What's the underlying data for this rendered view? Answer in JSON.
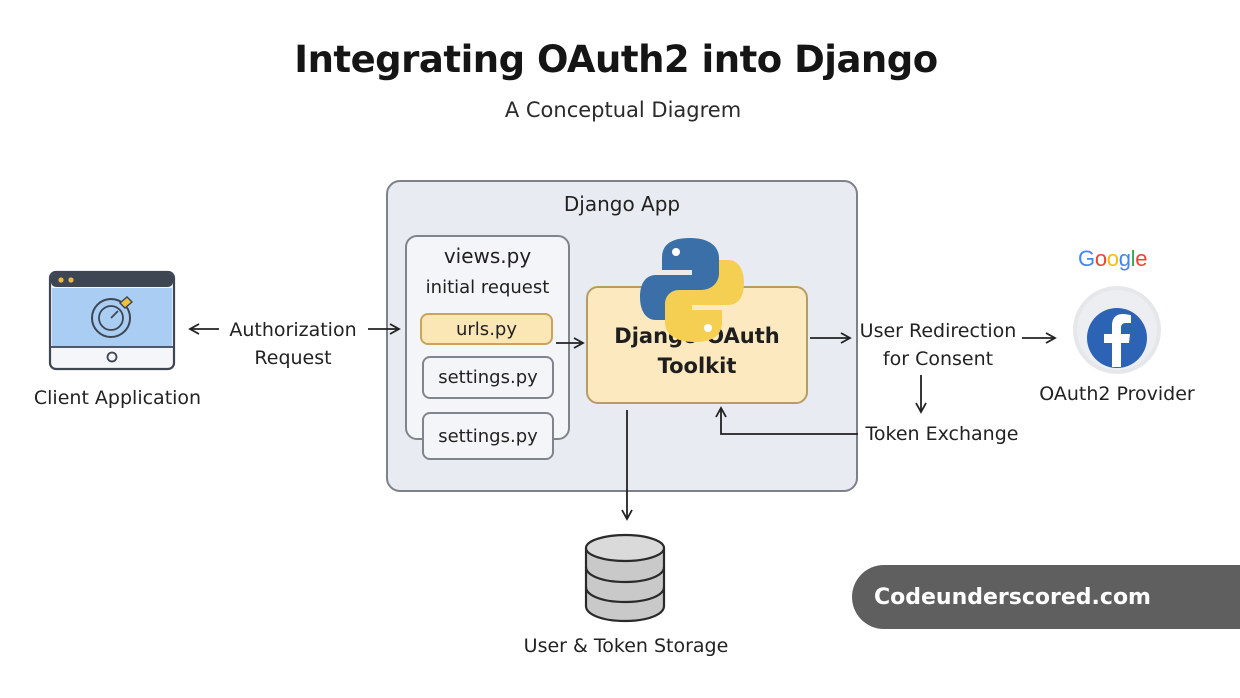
{
  "header": {
    "title": "Integrating OAuth2 into Django",
    "subtitle": "A Conceptual Diagrem"
  },
  "django_app": {
    "label": "Django App",
    "views_group": {
      "title": "views.py",
      "subtitle": "initial request",
      "files": [
        "urls.py",
        "settings.py"
      ],
      "extra_file": "settings.py"
    },
    "toolkit": {
      "line1": "Django-OAuth",
      "line2": "Toolkit"
    }
  },
  "client": {
    "label": "Client Application"
  },
  "flows": {
    "auth_line1": "Authorization",
    "auth_line2": "Request",
    "redirect_line1": "User Redirection",
    "redirect_line2": "for Consent",
    "token_exchange": "Token Exchange"
  },
  "provider": {
    "brand": "Google",
    "label": "OAuth2 Provider",
    "icon": "facebook-f-icon"
  },
  "storage": {
    "label": "User & Token Storage"
  },
  "watermark": {
    "text": "Codeunderscored.com"
  },
  "colors": {
    "django_box": "#e8ebf2",
    "toolkit_fill": "#fde9c0",
    "highlight_file": "#fbe7b6",
    "client_screen": "#a9cdf3",
    "facebook_blue": "#2d63b5",
    "python_blue": "#3a6fa8",
    "python_yellow": "#f5cf52",
    "watermark_bg": "#5f5f5f"
  }
}
